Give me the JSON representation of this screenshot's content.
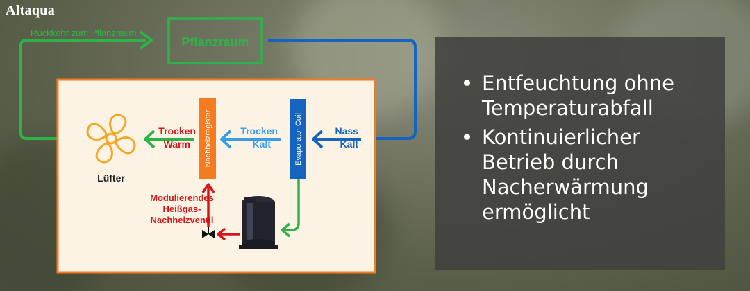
{
  "brand": {
    "logo_text": "Altaqua"
  },
  "diagram": {
    "return_label": "Rückkehr zum Pflanzraum",
    "room_label": "Pflanzraum",
    "reheat_label": "Nachheizregister",
    "evaporator_label": "Evaporator Coil",
    "fan_label": "Lüfter",
    "air_dry_warm": [
      "Trocken",
      "Warm"
    ],
    "air_dry_cold": [
      "Trocken",
      "Kalt"
    ],
    "air_wet_cold": [
      "Nass",
      "Kalt"
    ],
    "valve_label": [
      "Modulierendes",
      "Heißgas-",
      "Nachheizventil"
    ],
    "colors": {
      "green": "#2db34a",
      "blue": "#1565c0",
      "orange": "#f47b20",
      "red": "#d4161b",
      "light_blue": "#3a9be8"
    }
  },
  "panel": {
    "bullets": [
      [
        "Entfeuchtung ohne",
        "Temperaturabfall"
      ],
      [
        "Kontinuierlicher",
        "Betrieb durch",
        "Nacherwärmung",
        "ermöglicht"
      ]
    ]
  }
}
